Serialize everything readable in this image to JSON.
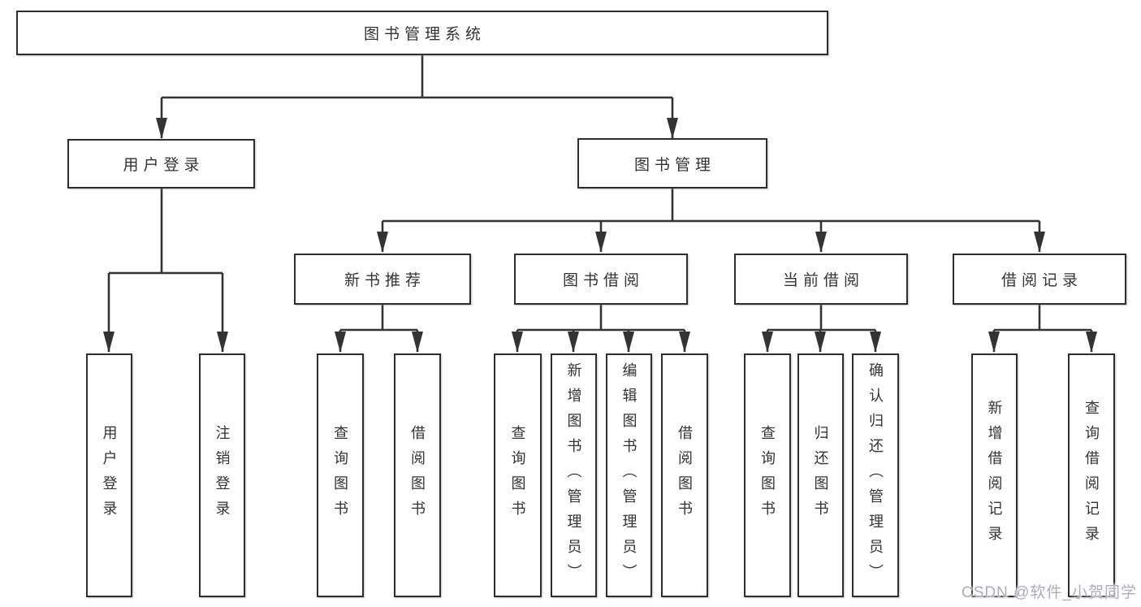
{
  "diagram": {
    "tree": {
      "label": "图书管理系统",
      "children": [
        {
          "label": "用户登录",
          "children": [
            {
              "label": "用户登录"
            },
            {
              "label": "注销登录"
            }
          ]
        },
        {
          "label": "图书管理",
          "children": [
            {
              "label": "新书推荐",
              "children": [
                {
                  "label": "查询图书"
                },
                {
                  "label": "借阅图书"
                }
              ]
            },
            {
              "label": "图书借阅",
              "children": [
                {
                  "label": "查询图书"
                },
                {
                  "label": "新增图书（管理员）"
                },
                {
                  "label": "编辑图书（管理员）"
                },
                {
                  "label": "借阅图书"
                }
              ]
            },
            {
              "label": "当前借阅",
              "children": [
                {
                  "label": "查询图书"
                },
                {
                  "label": "归还图书"
                },
                {
                  "label": "确认归还（管理员）"
                }
              ]
            },
            {
              "label": "借阅记录",
              "children": [
                {
                  "label": "新增借阅记录"
                },
                {
                  "label": "查询借阅记录"
                }
              ]
            }
          ]
        }
      ]
    },
    "colors": {
      "line": "#333333",
      "box_border": "#2e2e2e",
      "text": "#333333",
      "watermark": "#abaeb3"
    }
  },
  "watermark": {
    "text": "CSDN @软件_小贺同学"
  }
}
